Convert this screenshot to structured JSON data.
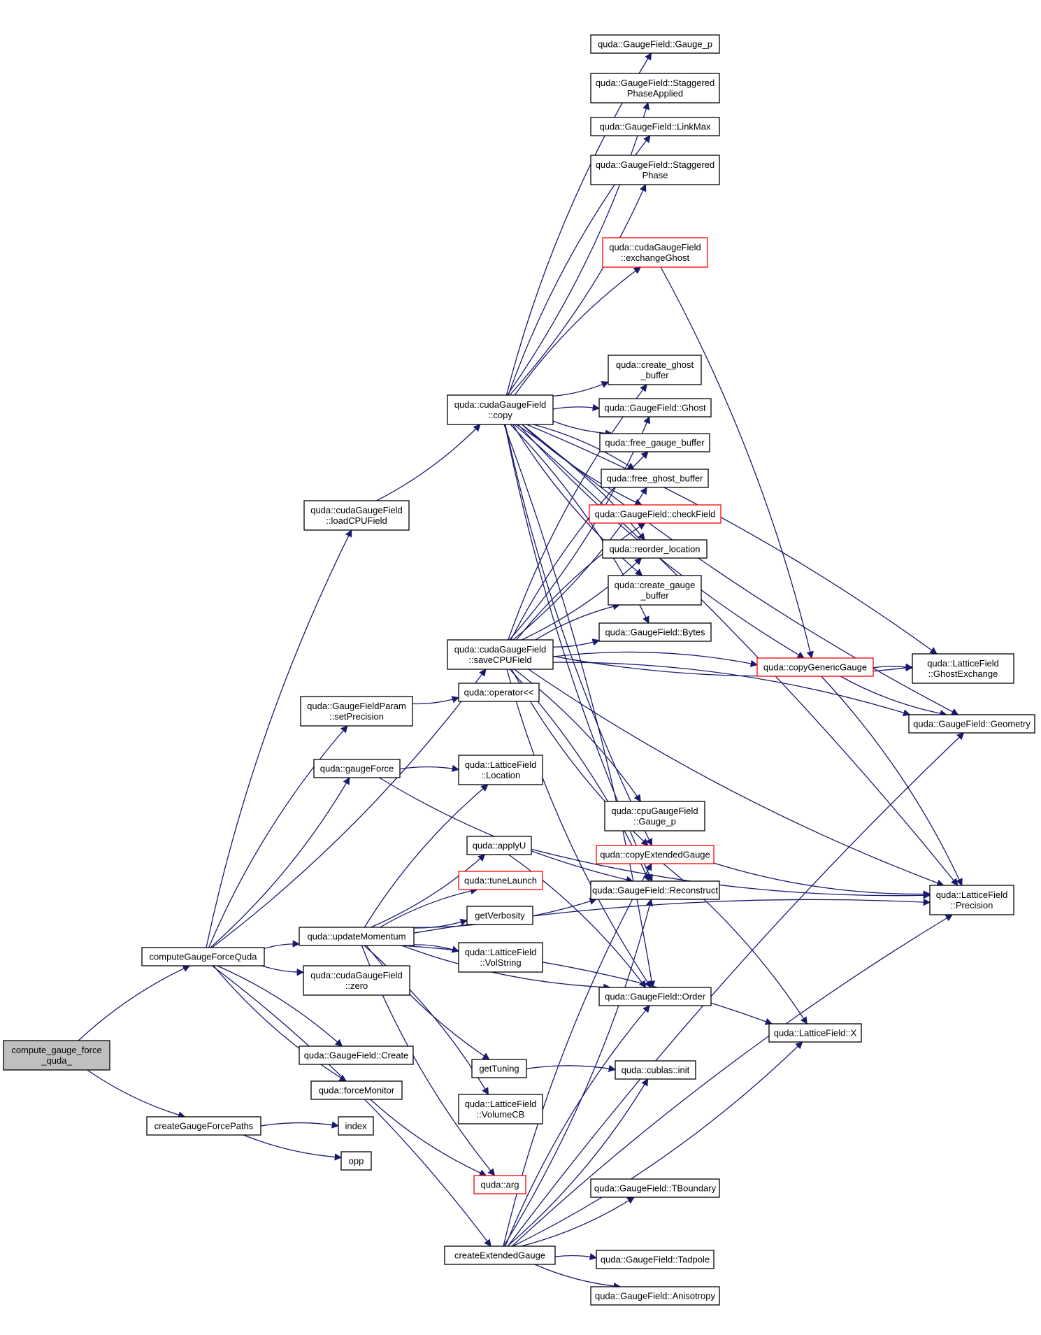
{
  "graph": {
    "title": "",
    "nodes": [
      {
        "id": "root",
        "lines": [
          "compute_gauge_force",
          "_quda_"
        ],
        "root": true
      },
      {
        "id": "cgfq",
        "lines": [
          "computeGaugeForceQuda"
        ]
      },
      {
        "id": "cgfp",
        "lines": [
          "createGaugeForcePaths"
        ]
      },
      {
        "id": "index",
        "lines": [
          "index"
        ]
      },
      {
        "id": "opp",
        "lines": [
          "opp"
        ]
      },
      {
        "id": "load",
        "lines": [
          "quda::cudaGaugeField",
          "::loadCPUField"
        ]
      },
      {
        "id": "setprec",
        "lines": [
          "quda::GaugeFieldParam",
          "::setPrecision"
        ]
      },
      {
        "id": "gforce",
        "lines": [
          "quda::gaugeForce"
        ]
      },
      {
        "id": "updmom",
        "lines": [
          "quda::updateMomentum"
        ]
      },
      {
        "id": "zero",
        "lines": [
          "quda::cudaGaugeField",
          "::zero"
        ]
      },
      {
        "id": "gcreate",
        "lines": [
          "quda::GaugeField::Create"
        ]
      },
      {
        "id": "fmon",
        "lines": [
          "quda::forceMonitor"
        ]
      },
      {
        "id": "copy",
        "lines": [
          "quda::cudaGaugeField",
          "::copy"
        ]
      },
      {
        "id": "save",
        "lines": [
          "quda::cudaGaugeField",
          "::saveCPUField"
        ]
      },
      {
        "id": "opl",
        "lines": [
          "quda::operator<<"
        ]
      },
      {
        "id": "lfloc",
        "lines": [
          "quda::LatticeField",
          "::Location"
        ]
      },
      {
        "id": "applyu",
        "lines": [
          "quda::applyU"
        ]
      },
      {
        "id": "tune",
        "lines": [
          "quda::tuneLaunch"
        ],
        "red": true
      },
      {
        "id": "verb",
        "lines": [
          "getVerbosity"
        ]
      },
      {
        "id": "volstr",
        "lines": [
          "quda::LatticeField",
          "::VolString"
        ]
      },
      {
        "id": "gettun",
        "lines": [
          "getTuning"
        ]
      },
      {
        "id": "volcb",
        "lines": [
          "quda::LatticeField",
          "::VolumeCB"
        ]
      },
      {
        "id": "arg",
        "lines": [
          "quda::arg"
        ],
        "red": true
      },
      {
        "id": "ceg",
        "lines": [
          "createExtendedGauge"
        ]
      },
      {
        "id": "gaugep",
        "lines": [
          "quda::GaugeField::Gauge_p"
        ]
      },
      {
        "id": "spa",
        "lines": [
          "quda::GaugeField::Staggered",
          "PhaseApplied"
        ]
      },
      {
        "id": "linkmax",
        "lines": [
          "quda::GaugeField::LinkMax"
        ]
      },
      {
        "id": "sphase",
        "lines": [
          "quda::GaugeField::Staggered",
          "Phase"
        ]
      },
      {
        "id": "exghost",
        "lines": [
          "quda::cudaGaugeField",
          "::exchangeGhost"
        ],
        "red": true
      },
      {
        "id": "cghost",
        "lines": [
          "quda::create_ghost",
          "_buffer"
        ]
      },
      {
        "id": "ghost",
        "lines": [
          "quda::GaugeField::Ghost"
        ]
      },
      {
        "id": "fgauge",
        "lines": [
          "quda::free_gauge_buffer"
        ]
      },
      {
        "id": "fghost",
        "lines": [
          "quda::free_ghost_buffer"
        ]
      },
      {
        "id": "check",
        "lines": [
          "quda::GaugeField::checkField"
        ],
        "red": true
      },
      {
        "id": "reorder",
        "lines": [
          "quda::reorder_location"
        ]
      },
      {
        "id": "cgauge",
        "lines": [
          "quda::create_gauge",
          "_buffer"
        ]
      },
      {
        "id": "bytes",
        "lines": [
          "quda::GaugeField::Bytes"
        ]
      },
      {
        "id": "cpugp",
        "lines": [
          "quda::cpuGaugeField",
          "::Gauge_p"
        ]
      },
      {
        "id": "cext",
        "lines": [
          "quda::copyExtendedGauge"
        ],
        "red": true
      },
      {
        "id": "recon",
        "lines": [
          "quda::GaugeField::Reconstruct"
        ]
      },
      {
        "id": "order",
        "lines": [
          "quda::GaugeField::Order"
        ]
      },
      {
        "id": "cublas",
        "lines": [
          "quda::cublas::init"
        ]
      },
      {
        "id": "tbound",
        "lines": [
          "quda::GaugeField::TBoundary"
        ]
      },
      {
        "id": "tadpole",
        "lines": [
          "quda::GaugeField::Tadpole"
        ]
      },
      {
        "id": "aniso",
        "lines": [
          "quda::GaugeField::Anisotropy"
        ]
      },
      {
        "id": "cgen",
        "lines": [
          "quda::copyGenericGauge"
        ],
        "red": true
      },
      {
        "id": "lfx",
        "lines": [
          "quda::LatticeField::X"
        ]
      },
      {
        "id": "ghex",
        "lines": [
          "quda::LatticeField",
          "::GhostExchange"
        ]
      },
      {
        "id": "geom",
        "lines": [
          "quda::GaugeField::Geometry"
        ]
      },
      {
        "id": "prec",
        "lines": [
          "quda::LatticeField",
          "::Precision"
        ]
      }
    ],
    "edges": [
      [
        "root",
        "cgfq"
      ],
      [
        "root",
        "cgfp"
      ],
      [
        "cgfp",
        "index"
      ],
      [
        "cgfp",
        "opp"
      ],
      [
        "cgfq",
        "load"
      ],
      [
        "cgfq",
        "save"
      ],
      [
        "cgfq",
        "setprec"
      ],
      [
        "cgfq",
        "gforce"
      ],
      [
        "cgfq",
        "updmom"
      ],
      [
        "cgfq",
        "zero"
      ],
      [
        "cgfq",
        "gcreate"
      ],
      [
        "cgfq",
        "fmon"
      ],
      [
        "cgfq",
        "ceg"
      ],
      [
        "load",
        "copy"
      ],
      [
        "copy",
        "gaugep"
      ],
      [
        "copy",
        "spa"
      ],
      [
        "copy",
        "linkmax"
      ],
      [
        "copy",
        "sphase"
      ],
      [
        "copy",
        "exghost"
      ],
      [
        "copy",
        "cghost"
      ],
      [
        "copy",
        "ghost"
      ],
      [
        "copy",
        "fgauge"
      ],
      [
        "copy",
        "fghost"
      ],
      [
        "copy",
        "check"
      ],
      [
        "copy",
        "reorder"
      ],
      [
        "copy",
        "cgauge"
      ],
      [
        "copy",
        "bytes"
      ],
      [
        "copy",
        "cgen"
      ],
      [
        "copy",
        "ghex"
      ],
      [
        "copy",
        "geom"
      ],
      [
        "copy",
        "prec"
      ],
      [
        "copy",
        "recon"
      ],
      [
        "copy",
        "order"
      ],
      [
        "copy",
        "cext"
      ],
      [
        "save",
        "cghost"
      ],
      [
        "save",
        "ghost"
      ],
      [
        "save",
        "fgauge"
      ],
      [
        "save",
        "fghost"
      ],
      [
        "save",
        "check"
      ],
      [
        "save",
        "reorder"
      ],
      [
        "save",
        "cgauge"
      ],
      [
        "save",
        "bytes"
      ],
      [
        "save",
        "cgen"
      ],
      [
        "save",
        "ghex"
      ],
      [
        "save",
        "geom"
      ],
      [
        "save",
        "prec"
      ],
      [
        "save",
        "cpugp"
      ],
      [
        "save",
        "cext"
      ],
      [
        "save",
        "recon"
      ],
      [
        "save",
        "order"
      ],
      [
        "exghost",
        "cgen"
      ],
      [
        "setprec",
        "opl"
      ],
      [
        "gforce",
        "lfloc"
      ],
      [
        "gforce",
        "recon"
      ],
      [
        "updmom",
        "lfloc"
      ],
      [
        "updmom",
        "applyu"
      ],
      [
        "updmom",
        "tune"
      ],
      [
        "updmom",
        "verb"
      ],
      [
        "updmom",
        "volstr"
      ],
      [
        "updmom",
        "order"
      ],
      [
        "updmom",
        "lfx"
      ],
      [
        "updmom",
        "gettun"
      ],
      [
        "updmom",
        "volcb"
      ],
      [
        "updmom",
        "arg"
      ],
      [
        "updmom",
        "prec"
      ],
      [
        "updmom",
        "recon"
      ],
      [
        "applyu",
        "order"
      ],
      [
        "applyu",
        "prec"
      ],
      [
        "gettun",
        "cublas"
      ],
      [
        "fmon",
        "arg"
      ],
      [
        "ceg",
        "cext"
      ],
      [
        "ceg",
        "recon"
      ],
      [
        "ceg",
        "order"
      ],
      [
        "ceg",
        "cublas"
      ],
      [
        "ceg",
        "geom"
      ],
      [
        "ceg",
        "tbound"
      ],
      [
        "ceg",
        "tadpole"
      ],
      [
        "ceg",
        "aniso"
      ],
      [
        "ceg",
        "prec"
      ],
      [
        "ceg",
        "lfx"
      ],
      [
        "cgen",
        "ghex"
      ],
      [
        "cgen",
        "geom"
      ],
      [
        "cgen",
        "prec"
      ],
      [
        "cext",
        "prec"
      ],
      [
        "cext",
        "lfx"
      ]
    ]
  }
}
